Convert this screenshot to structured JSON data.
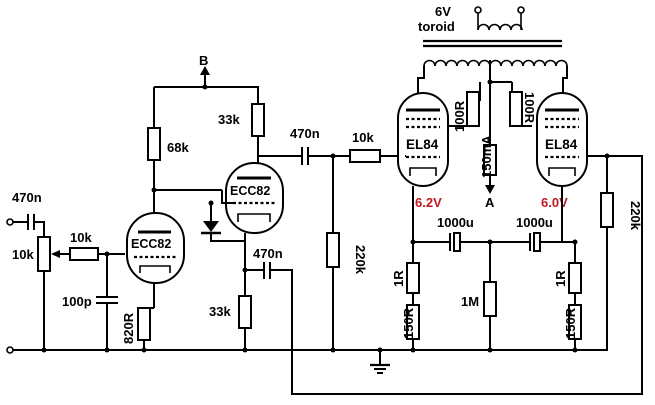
{
  "labels": {
    "transformer_voltage": "6V",
    "transformer_type": "toroid",
    "node_b": "B",
    "node_a": "A",
    "input_cap": "470n",
    "input_pot": "10k",
    "grid_stopper": "10k",
    "input_shunt_cap": "100p",
    "cathode_resistor_v1": "820R",
    "plate_resistor_v1": "68k",
    "plate_resistor_v2": "33k",
    "cathode_resistor_v2": "33k",
    "feedback_cap": "470n",
    "coupling_cap": "470n",
    "power_grid_stopper": "10k",
    "grid_leak": "220k",
    "feedback_resistor": "220k",
    "screen_stopper_left": "100R",
    "screen_stopper_right": "100R",
    "bias_current": "150mA",
    "cathode_bypass_left": "1000u",
    "cathode_bypass_right": "1000u",
    "bias_resistor_left_top": "1R",
    "bias_resistor_left_bottom": "150R",
    "bias_resistor_right_top": "1R",
    "bias_resistor_right_bottom": "150R",
    "center_resistor": "1M",
    "voltage_left": "6.2V",
    "voltage_right": "6.0V"
  },
  "tubes": {
    "v1": "ECC82",
    "v2": "ECC82",
    "v3": "EL84",
    "v4": "EL84"
  },
  "colors": {
    "measurement": "#c0181f"
  }
}
